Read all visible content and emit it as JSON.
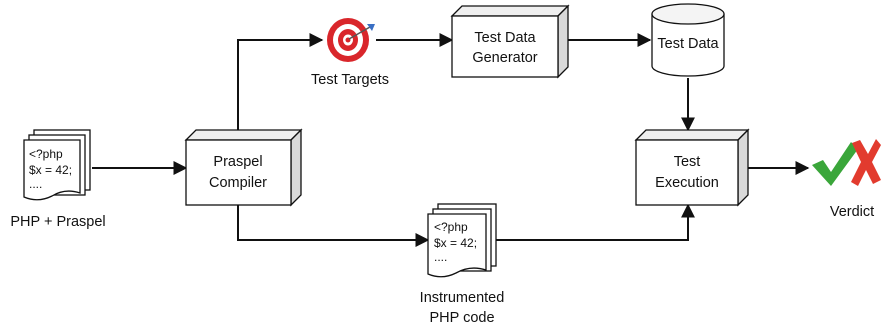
{
  "nodes": {
    "php_praspel": {
      "label": "PHP + Praspel",
      "code": [
        "<?php",
        "$x = 42;",
        "...."
      ]
    },
    "compiler": {
      "line1": "Praspel",
      "line2": "Compiler"
    },
    "test_targets": {
      "label": "Test Targets"
    },
    "test_data_generator": {
      "line1": "Test Data",
      "line2": "Generator"
    },
    "test_data": {
      "label": "Test Data"
    },
    "test_execution": {
      "line1": "Test",
      "line2": "Execution"
    },
    "instrumented": {
      "line1": "Instrumented",
      "line2": "PHP code",
      "code": [
        "<?php",
        "$x = 42;",
        "...."
      ]
    },
    "verdict": {
      "label": "Verdict"
    }
  },
  "colors": {
    "box_face": "#ffffff",
    "box_side": "#d9d9d9",
    "box_top": "#efefef",
    "stroke": "#111111",
    "target_red": "#d9262b",
    "pin_blue": "#3a6fc4",
    "check_green": "#3aa63a",
    "cross_red": "#e23b2e"
  },
  "icons": [
    "target-icon",
    "check-icon",
    "cross-icon",
    "database-icon",
    "document-icon"
  ]
}
